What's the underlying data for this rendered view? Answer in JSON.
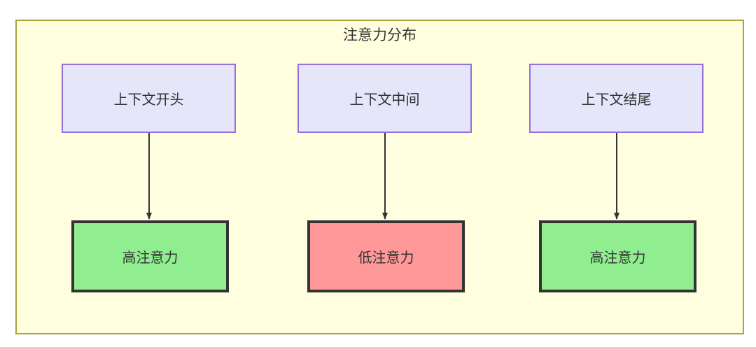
{
  "diagram": {
    "title": "注意力分布",
    "container": {
      "fill": "#ffffe0",
      "stroke": "#aaa33a"
    },
    "segments": [
      {
        "id": "ctx-start",
        "label": "上下文开头",
        "fill": "#e6e6fa",
        "stroke": "#9370db"
      },
      {
        "id": "ctx-middle",
        "label": "上下文中间",
        "fill": "#e6e6fa",
        "stroke": "#9370db"
      },
      {
        "id": "ctx-end",
        "label": "上下文结尾",
        "fill": "#e6e6fa",
        "stroke": "#9370db"
      }
    ],
    "attention_levels": [
      {
        "id": "high-1",
        "label": "高注意力",
        "fill": "#90ee90",
        "stroke": "#333333"
      },
      {
        "id": "low-1",
        "label": "低注意力",
        "fill": "#ff9999",
        "stroke": "#333333"
      },
      {
        "id": "high-2",
        "label": "高注意力",
        "fill": "#90ee90",
        "stroke": "#333333"
      }
    ],
    "edges": [
      {
        "from": "ctx-start",
        "to": "high-1",
        "label": ""
      },
      {
        "from": "ctx-middle",
        "to": "low-1",
        "label": ""
      },
      {
        "from": "ctx-end",
        "to": "high-2",
        "label": ""
      }
    ],
    "edge_color": "#333333"
  }
}
